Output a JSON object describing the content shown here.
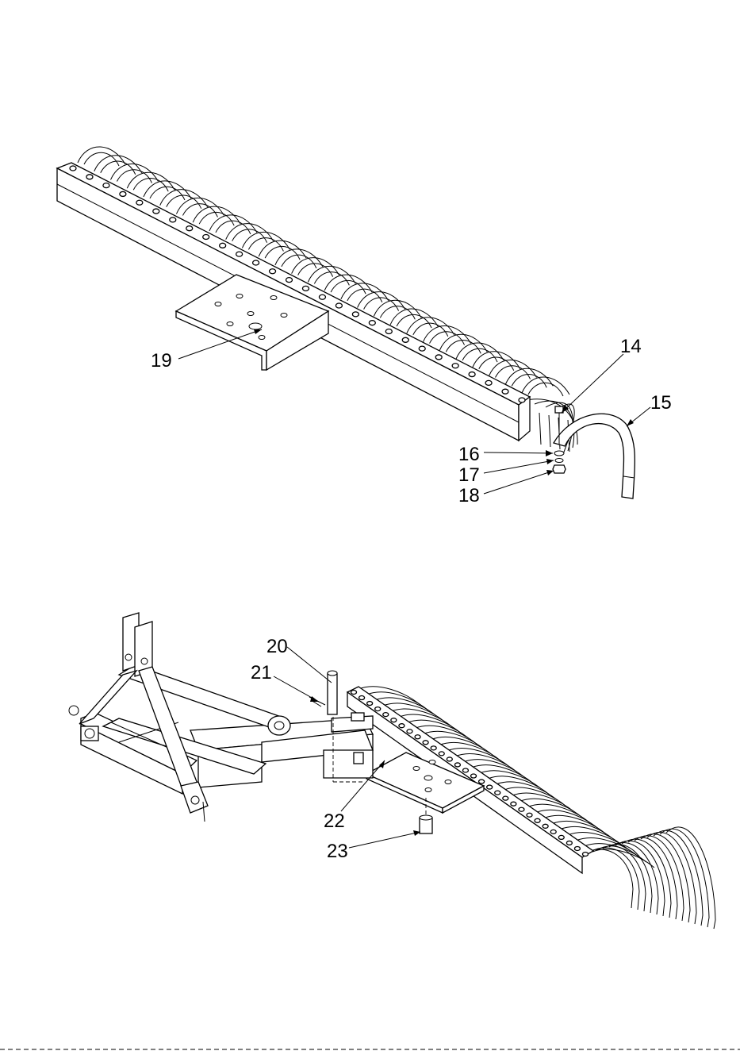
{
  "callouts": {
    "c14": "14",
    "c15": "15",
    "c16": "16",
    "c17": "17",
    "c18": "18",
    "c19": "19",
    "c20": "20",
    "c21": "21",
    "c22": "22",
    "c23": "23"
  },
  "colors": {
    "line": "#000000",
    "background": "#ffffff"
  }
}
